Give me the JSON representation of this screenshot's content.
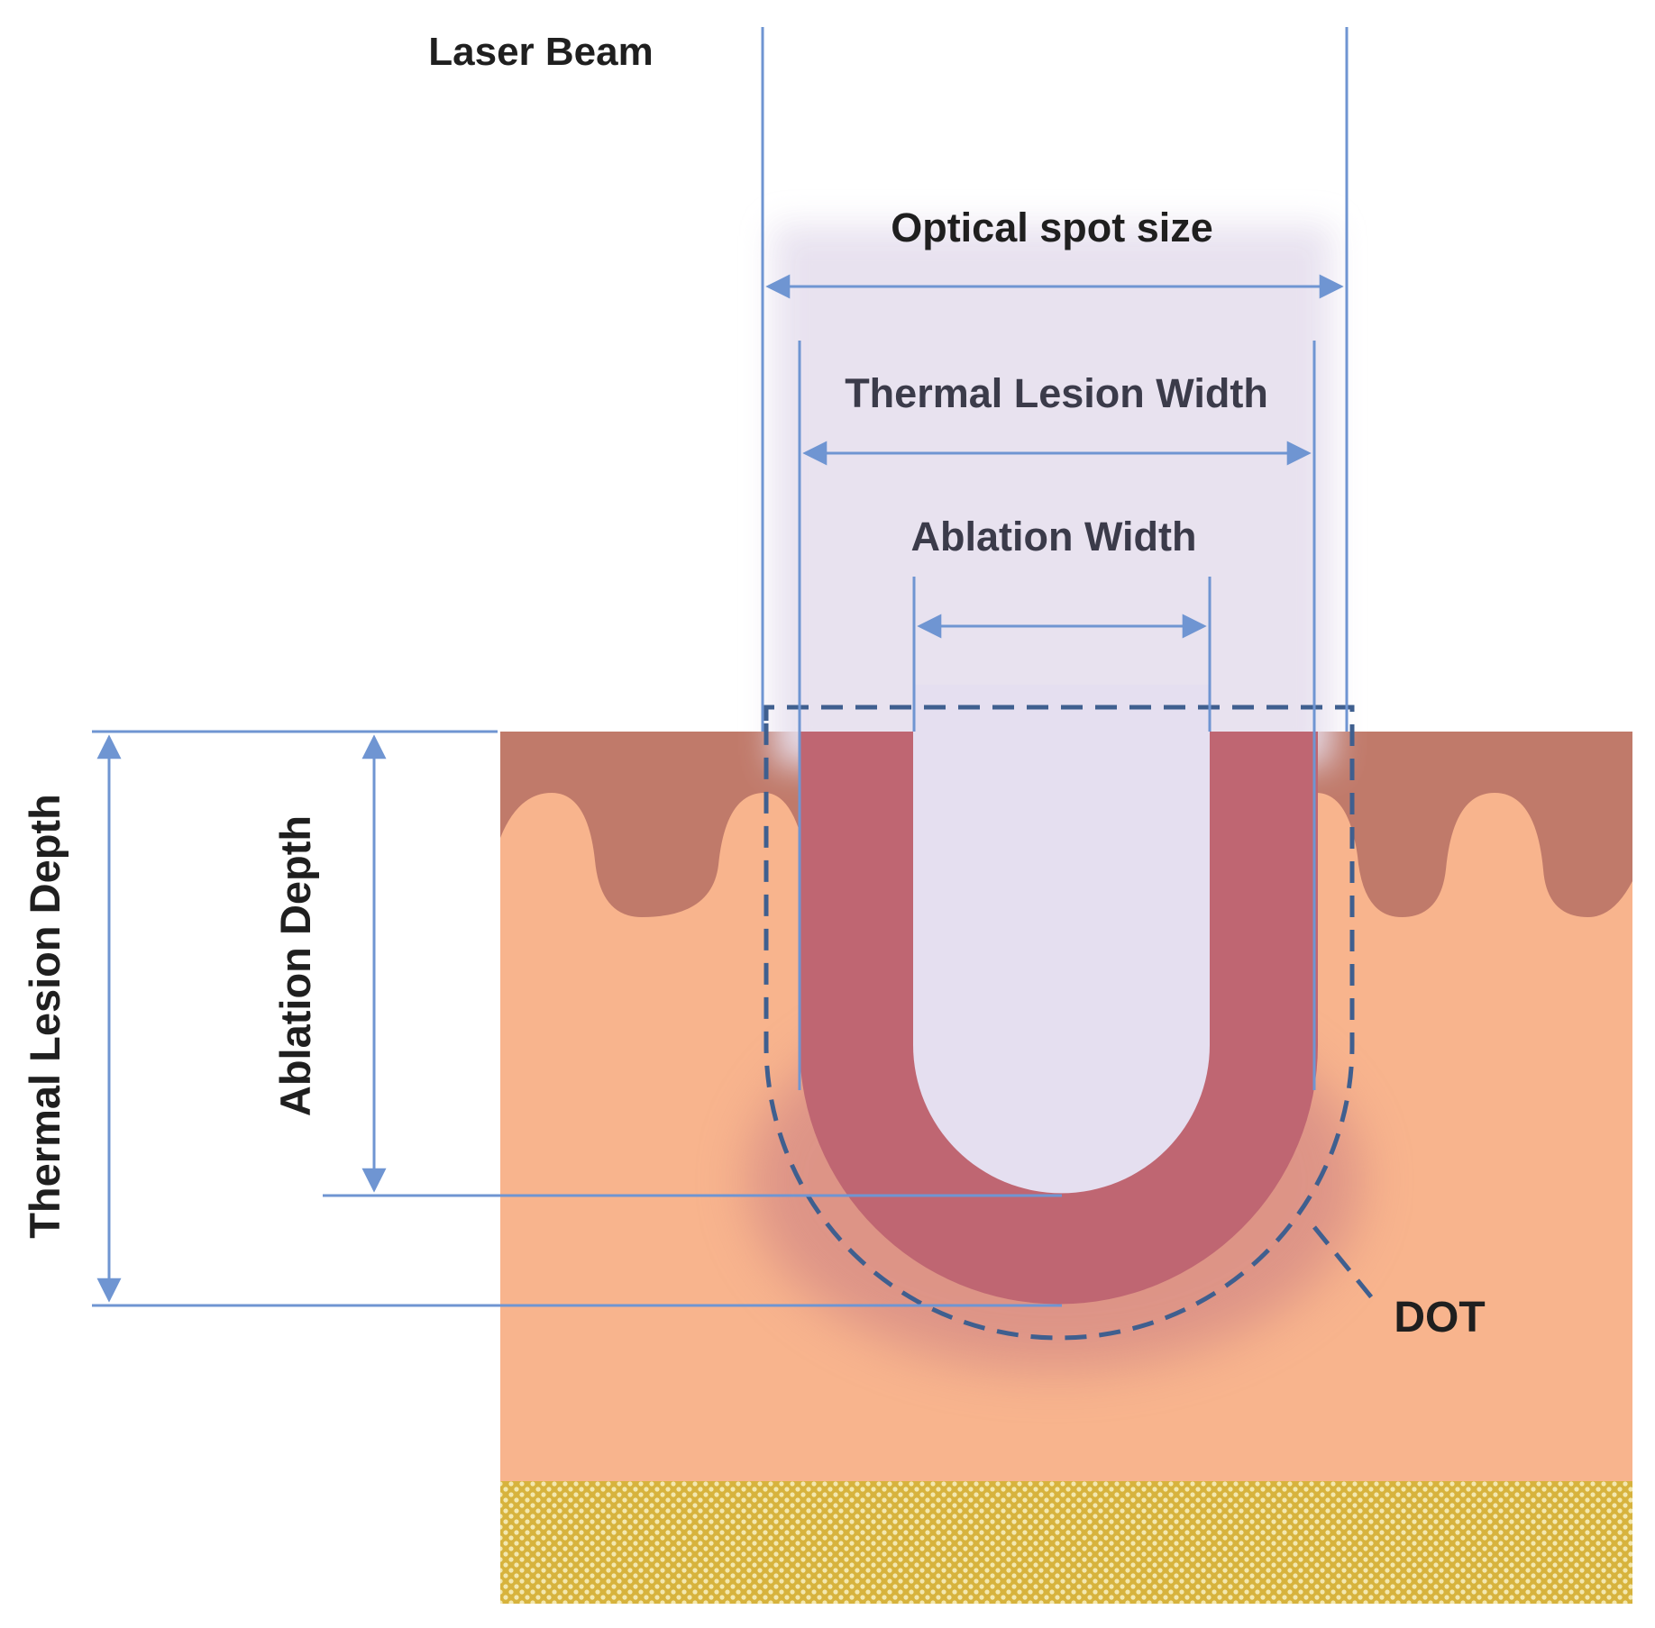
{
  "labels": {
    "laser_beam": "Laser Beam",
    "optical_spot_size": "Optical spot size",
    "thermal_lesion_width": "Thermal Lesion Width",
    "ablation_width": "Ablation Width",
    "thermal_lesion_depth": "Thermal Lesion Depth",
    "ablation_depth": "Ablation Depth",
    "dot": "DOT"
  },
  "colors": {
    "dimension_line": "#6f95d2",
    "dashed_outline": "#3f5f8f",
    "epidermis": "#c07a6a",
    "dermis": "#f8b48d",
    "thermal_lesion": "#bf6672",
    "ablation_zone": "#e5dff0",
    "beam_haze": "#e7e1ef",
    "subcutis_base": "#d7b33d",
    "subcutis_dots": "#f3e8b0"
  }
}
